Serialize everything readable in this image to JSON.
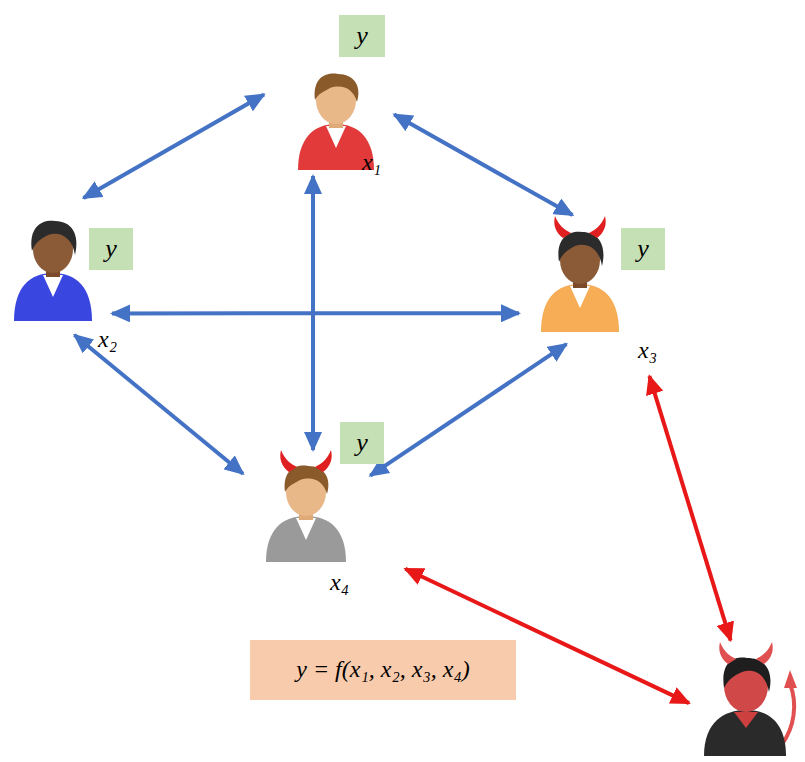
{
  "diagram": {
    "nodes": [
      {
        "text": [
          "x₁"
        ]
      },
      {
        "text": [
          "y"
        ]
      },
      {
        "text": [
          "x₂"
        ]
      },
      {
        "text": [
          "y"
        ]
      },
      {
        "text": [
          "x₃"
        ]
      },
      {
        "text": [
          "y"
        ]
      },
      {
        "text": [
          "x₄"
        ]
      },
      {
        "text": [
          "y"
        ]
      },
      {
        "text": [
          "y = f(x₁, x₂, x₃, x₄)"
        ]
      },
      {
        "text": []
      }
    ],
    "edges": [
      {
        "from": 0,
        "to": 2,
        "arrow": "both"
      },
      {
        "from": 0,
        "to": 4,
        "arrow": "both"
      },
      {
        "from": 0,
        "to": 6,
        "arrow": "both"
      },
      {
        "from": 2,
        "to": 4,
        "arrow": "both"
      },
      {
        "from": 2,
        "to": 6,
        "arrow": "both"
      },
      {
        "from": 4,
        "to": 6,
        "arrow": "both"
      },
      {
        "from": 4,
        "to": 9,
        "arrow": "both"
      },
      {
        "from": 6,
        "to": 9,
        "arrow": "both"
      }
    ]
  }
}
